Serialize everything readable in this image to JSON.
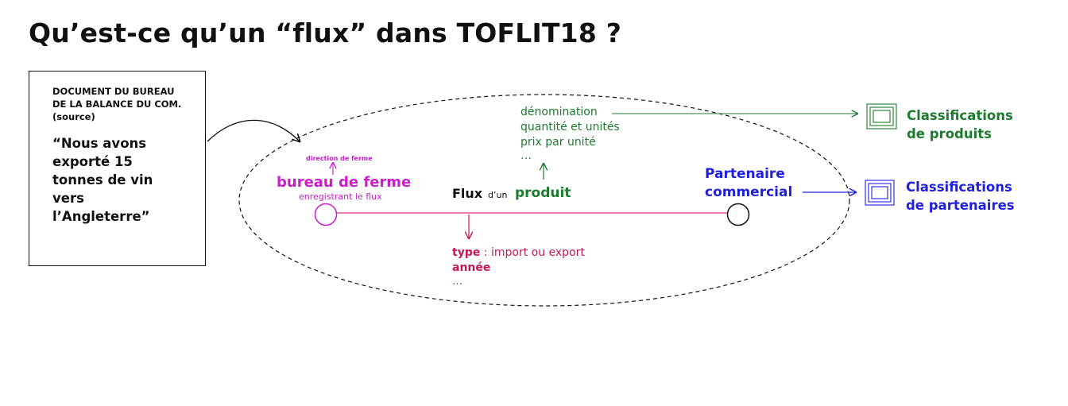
{
  "title": "Qu’est-ce qu’un “flux” dans TOFLIT18 ?",
  "document": {
    "header_lines": [
      "DOCUMENT DU BUREAU",
      "DE LA BALANCE DU COM.",
      "(source)"
    ],
    "quote_lines": [
      "“Nous avons",
      "exporté 15",
      "tonnes de vin",
      "vers",
      "l’Angleterre”"
    ]
  },
  "product_attributes": [
    "dénomination",
    "quantité et unités",
    "prix par unité",
    "…"
  ],
  "bureau": {
    "direction": "direction de ferme",
    "label": "bureau de ferme",
    "sub": "enregistrant le flux"
  },
  "flux": {
    "label": "Flux",
    "connector": "d’un",
    "product": "produit"
  },
  "partner": {
    "lines": [
      "Partenaire",
      "commercial"
    ]
  },
  "flow_attributes": {
    "type_label": "type",
    "type_value": ": import ou export",
    "year": "année",
    "more": "…"
  },
  "classifications": {
    "products": [
      "Classifications",
      "de produits"
    ],
    "partners": [
      "Classifications",
      "de partenaires"
    ]
  },
  "colors": {
    "green": "#1e7a2e",
    "magenta": "#c81fc8",
    "crimson": "#c2185b",
    "blue": "#1f1fdc",
    "pink_line": "#e0569a"
  }
}
